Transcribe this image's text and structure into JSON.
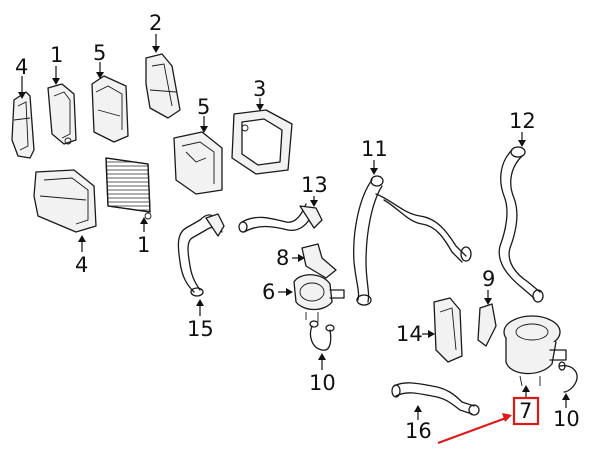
{
  "diagram": {
    "callouts": [
      {
        "id": "c4a",
        "label": "4"
      },
      {
        "id": "c1a",
        "label": "1"
      },
      {
        "id": "c5a",
        "label": "5"
      },
      {
        "id": "c2",
        "label": "2"
      },
      {
        "id": "c3",
        "label": "3"
      },
      {
        "id": "c5b",
        "label": "5"
      },
      {
        "id": "c1b",
        "label": "1"
      },
      {
        "id": "c4b",
        "label": "4"
      },
      {
        "id": "c11",
        "label": "11"
      },
      {
        "id": "c12",
        "label": "12"
      },
      {
        "id": "c13",
        "label": "13"
      },
      {
        "id": "c8",
        "label": "8"
      },
      {
        "id": "c6",
        "label": "6"
      },
      {
        "id": "c15",
        "label": "15"
      },
      {
        "id": "c10a",
        "label": "10"
      },
      {
        "id": "c9",
        "label": "9"
      },
      {
        "id": "c14",
        "label": "14"
      },
      {
        "id": "c7",
        "label": "7"
      },
      {
        "id": "c10b",
        "label": "10"
      },
      {
        "id": "c16",
        "label": "16"
      }
    ],
    "highlighted_callout": "7",
    "colors": {
      "line": "#1a1a1a",
      "highlight": "#e01818",
      "background": "#ffffff"
    }
  }
}
